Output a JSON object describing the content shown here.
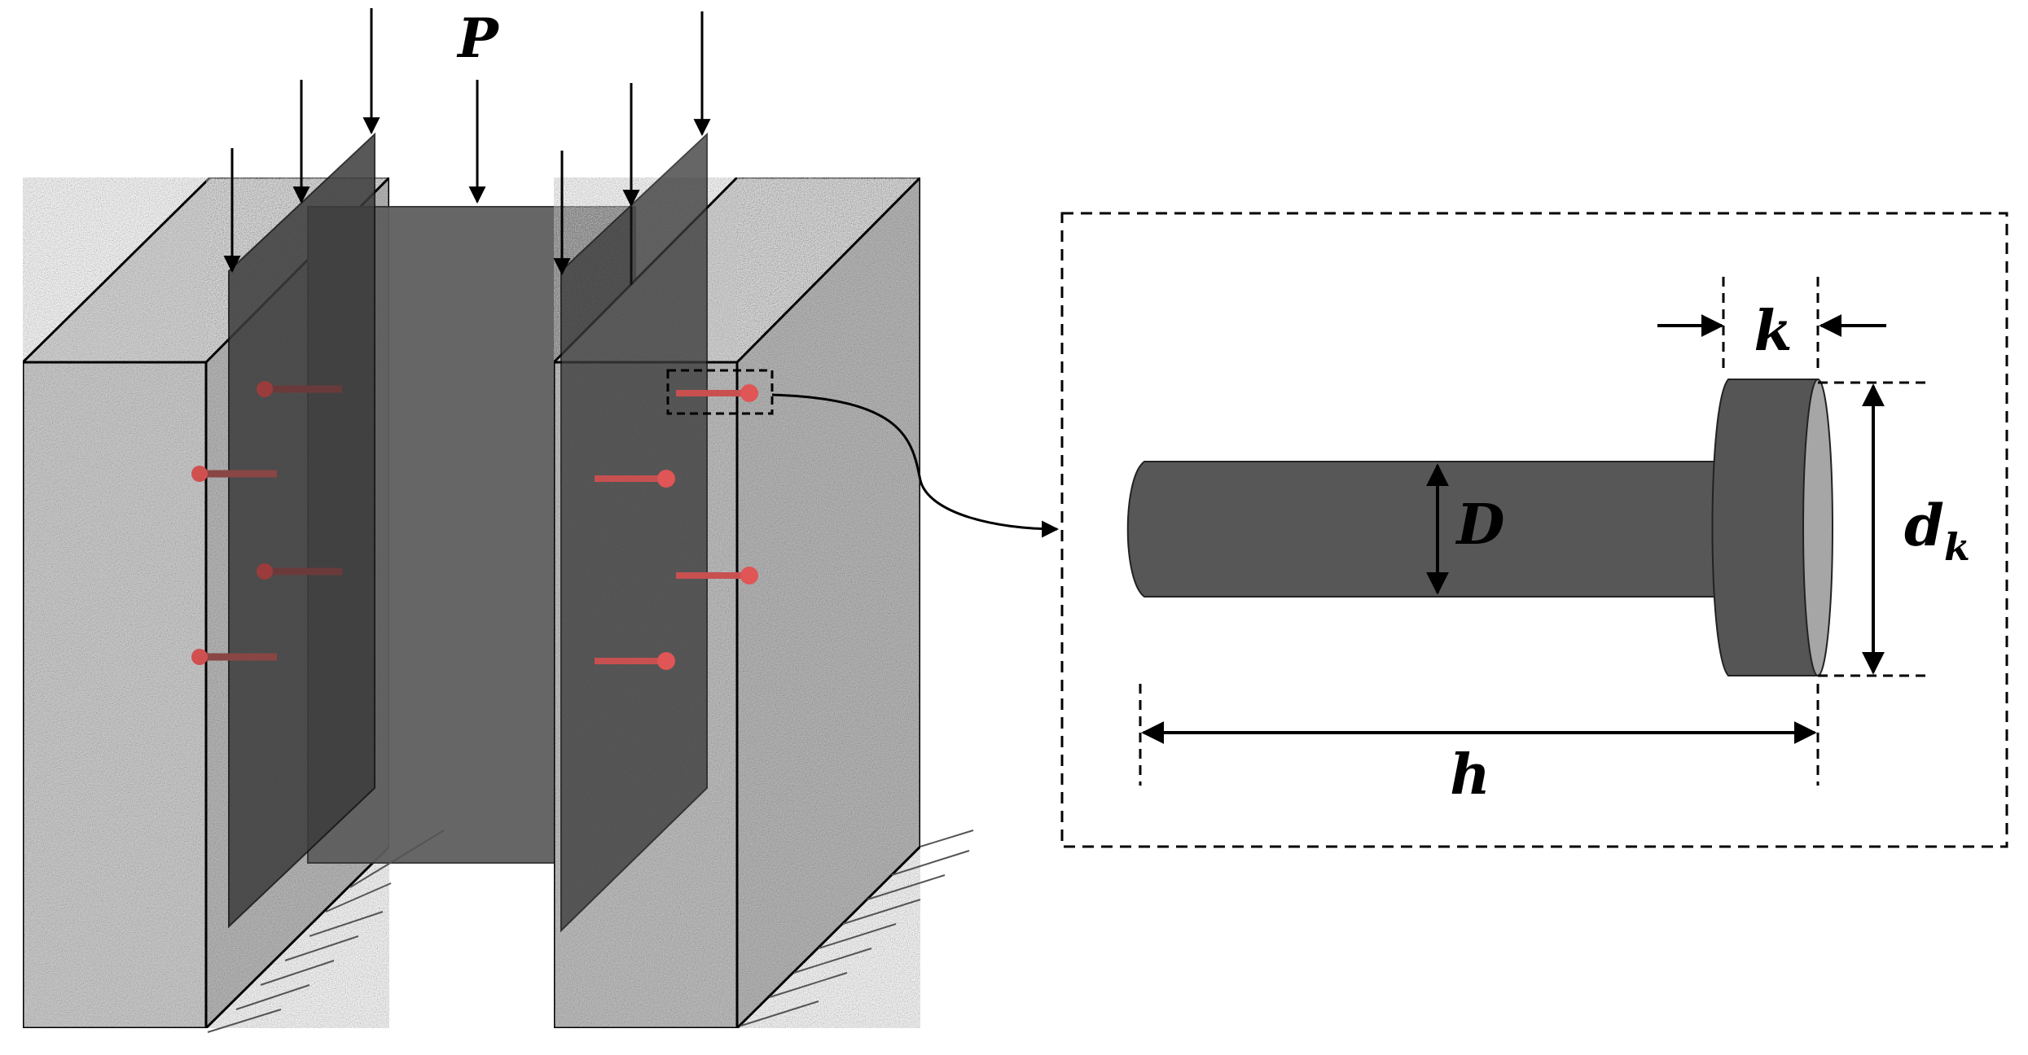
{
  "labels": {
    "load": "P",
    "diameter": "D",
    "head_height": "k",
    "head_diameter_base": "d",
    "head_diameter_sub": "k",
    "length": "h"
  },
  "colors": {
    "concrete": "#c9c9c9",
    "steel_plate": "#4a4a4a",
    "web": "#606060",
    "stud": "#575757",
    "stud_head_face": "#a6a6a6",
    "connector_highlight": "#e05555"
  }
}
